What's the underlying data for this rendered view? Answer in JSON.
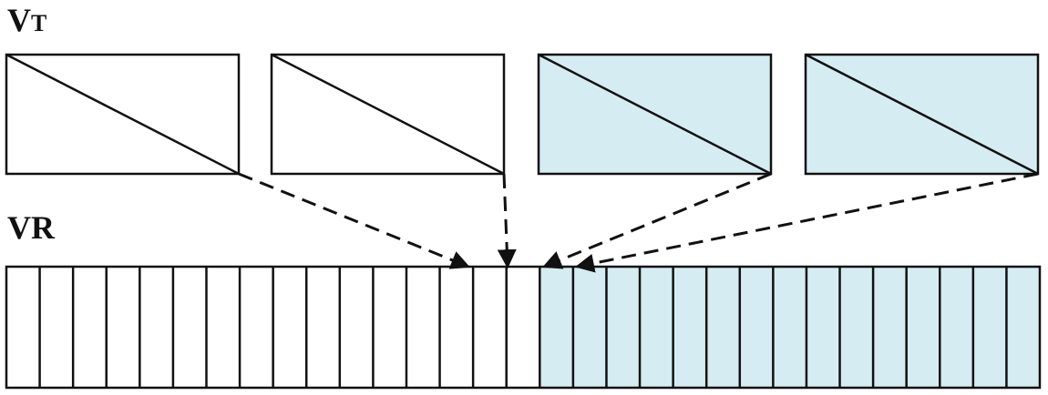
{
  "labels": {
    "vt_main": "V",
    "vt_sub": "T",
    "vr": "VR"
  },
  "colors": {
    "fill_empty": "#ffffff",
    "fill_filled": "#d5ecf2",
    "stroke": "#111111"
  },
  "top_blocks": [
    {
      "filled": false
    },
    {
      "filled": false
    },
    {
      "filled": true
    },
    {
      "filled": true
    }
  ],
  "bottom_strip": {
    "cells": 31,
    "filled_from_index": 16
  }
}
